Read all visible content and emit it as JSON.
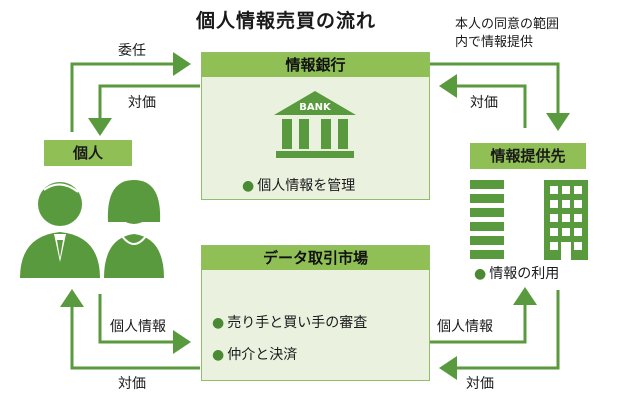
{
  "title": "個人情報売買の流れ",
  "note": [
    "本人の同意の範囲",
    "内で情報提供"
  ],
  "info_bank": {
    "label": "情報銀行",
    "icon_text": "BANK",
    "bullets": [
      "個人情報を管理"
    ]
  },
  "data_market": {
    "label": "データ取引市場",
    "bullets": [
      "売り手と買い手の審査",
      "仲介と決済"
    ]
  },
  "person": {
    "label": "個人"
  },
  "provider": {
    "label": "情報提供先",
    "bullets": [
      "情報の利用"
    ]
  },
  "flows": {
    "entrust": "委任",
    "payment_top_left": "対価",
    "payment_top_right": "対価",
    "personal_info_left": "個人情報",
    "personal_info_right": "個人情報",
    "payment_bottom_left": "対価",
    "payment_bottom_right": "対価"
  },
  "colors": {
    "accent": "#8fbf55",
    "arrow": "#5a9a3e",
    "panel": "#eaf2df",
    "icon": "#5a9a3e"
  }
}
